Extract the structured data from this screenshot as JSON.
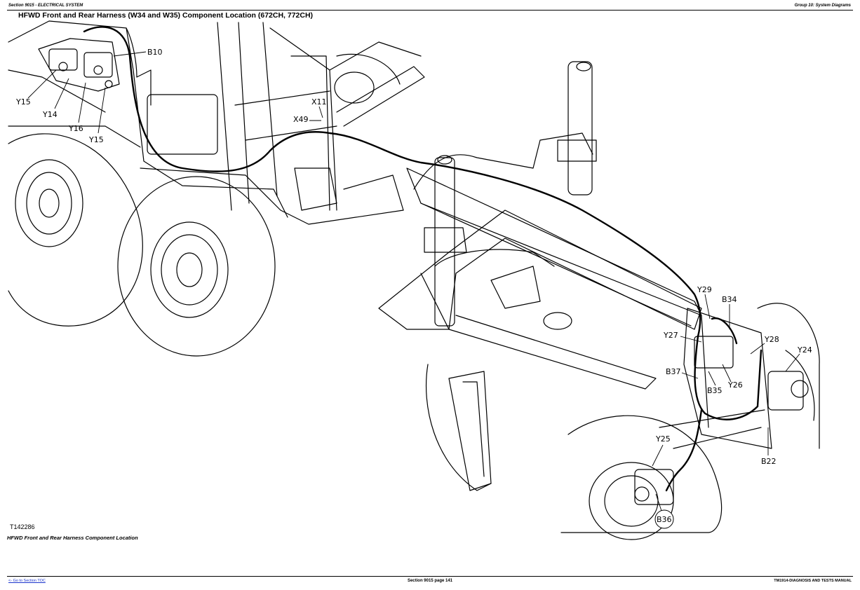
{
  "header": {
    "section": "Section 9015 - ELECTRICAL SYSTEM",
    "group": "Group 10: System Diagrams"
  },
  "title": "HFWD Front and Rear Harness (W34 and W35) Component Location (672CH, 772CH)",
  "figure": {
    "id": "T142286",
    "caption": "HFWD Front and Rear Harness Component Location",
    "callouts": {
      "b10": "B10",
      "y15a": "Y15",
      "y14": "Y14",
      "y16": "Y16",
      "y15b": "Y15",
      "x11": "X11",
      "x49": "X49",
      "y29": "Y29",
      "b34": "B34",
      "y27": "Y27",
      "y28": "Y28",
      "y24": "Y24",
      "b37": "B37",
      "b35": "B35",
      "y26": "Y26",
      "y25": "Y25",
      "b22": "B22",
      "b36": "B36"
    }
  },
  "footer": {
    "toc_link": "<- Go to Section TOC",
    "page": "Section 9015 page 141",
    "manual": "TM1914-DIAGNOSIS AND TESTS MANUAL"
  }
}
